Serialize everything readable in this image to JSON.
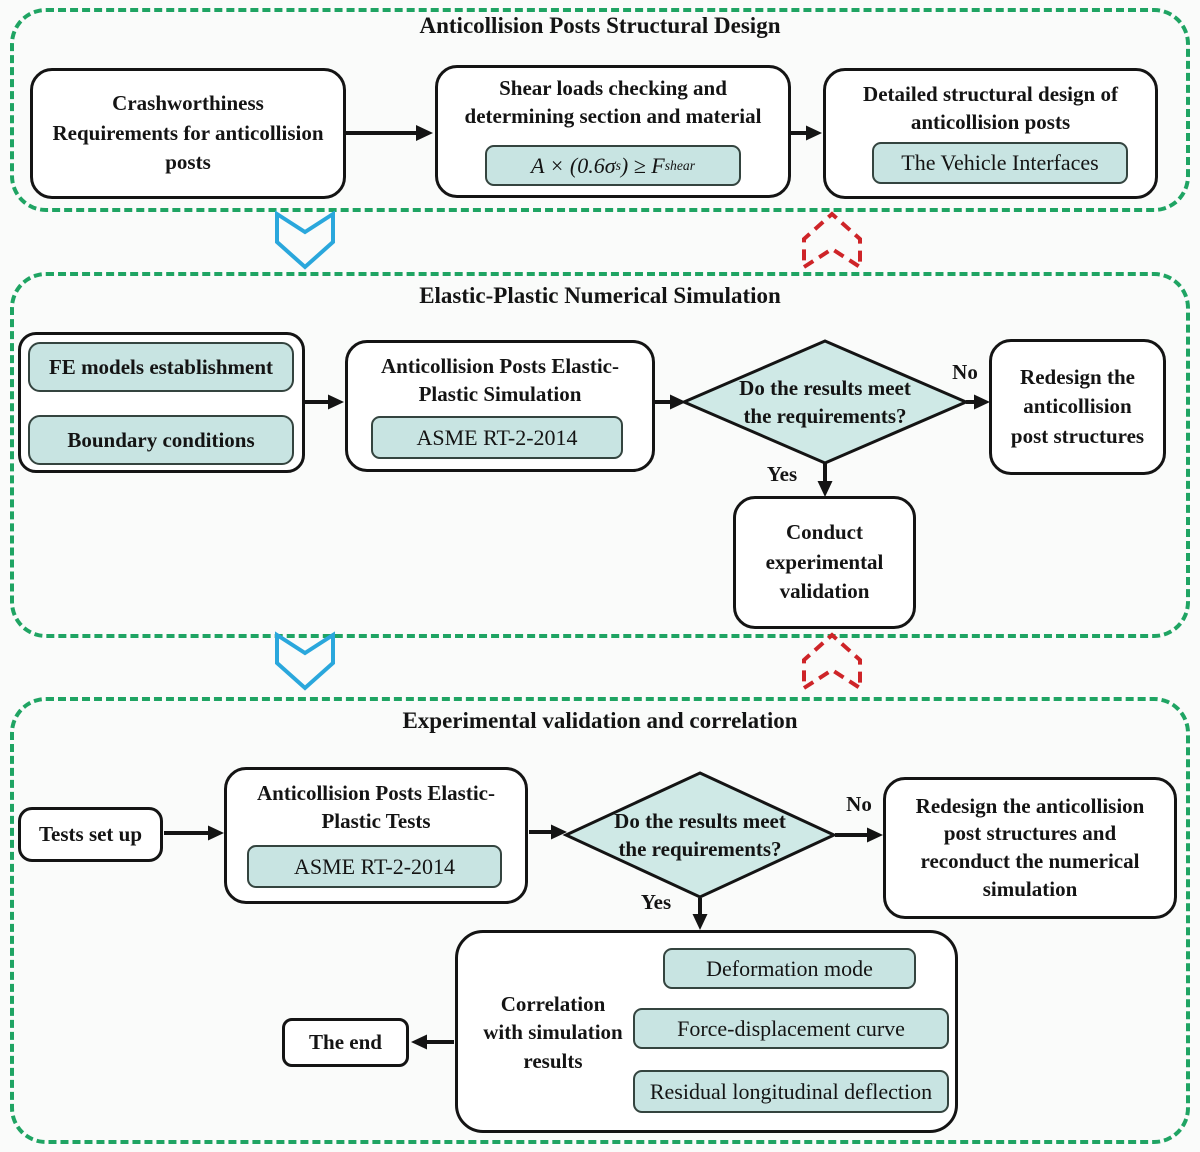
{
  "colors": {
    "section_border_green": "#1fa463",
    "flow_down_arrow_blue": "#2aa7dc",
    "loop_back_arrow_red": "#ce2428",
    "teal_fill": "#c8e4e2",
    "diamond_fill": "#cfe9e6",
    "box_border": "#141414"
  },
  "design_section": {
    "title": "Anticollision Posts Structural Design",
    "crashworthiness_box": "Crashworthiness\nRequirements for anticollision\nposts",
    "shear_box_title": "Shear loads checking and\ndetermining section and material",
    "shear_formula": {
      "p1": "A × (0.6σ",
      "sub1": "s",
      "p2": ") ≥ F",
      "sub2": "shear"
    },
    "detailed_box_title": "Detailed structural design of\nanticollision posts",
    "detailed_box_tag": "The Vehicle Interfaces"
  },
  "simulation_section": {
    "title": "Elastic-Plastic Numerical Simulation",
    "fe_models_box": "FE models establishment",
    "boundary_box": "Boundary conditions",
    "simulation_box_title": "Anticollision Posts Elastic-\nPlastic Simulation",
    "simulation_box_tag": "ASME RT-2-2014",
    "decision": "Do the results meet\nthe requirements?",
    "no_label": "No",
    "yes_label": "Yes",
    "redesign_box": "Redesign the\nanticollision\npost structures",
    "conduct_box": "Conduct\nexperimental\nvalidation"
  },
  "validation_section": {
    "title": "Experimental validation and correlation",
    "tests_setup_box": "Tests set up",
    "tests_box_title": "Anticollision Posts Elastic-\nPlastic Tests",
    "tests_box_tag": "ASME RT-2-2014",
    "decision": "Do the results meet\nthe requirements?",
    "no_label": "No",
    "yes_label": "Yes",
    "redesign_box": "Redesign the anticollision\npost structures and\nreconduct the numerical\nsimulation",
    "correlation_box": "Correlation\nwith simulation\nresults",
    "correlation_items": [
      "Deformation mode",
      "Force-displacement curve",
      "Residual longitudinal deflection"
    ],
    "end_box": "The end"
  }
}
